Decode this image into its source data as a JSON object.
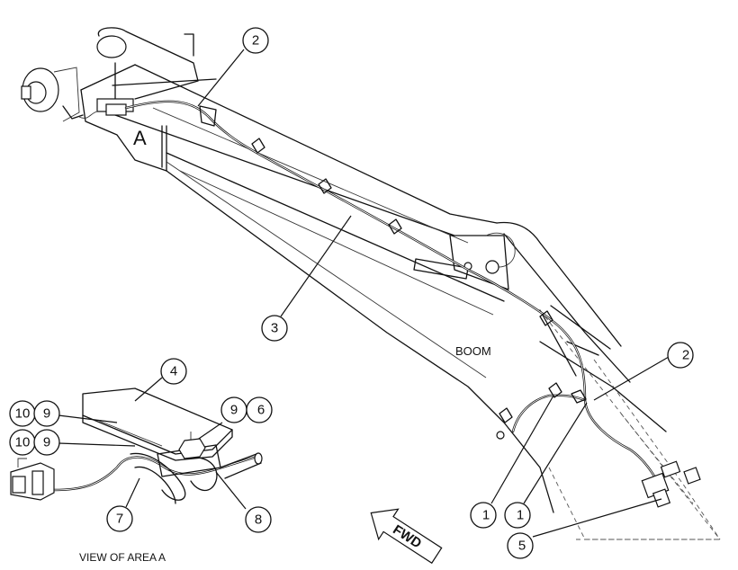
{
  "labels": {
    "area_marker": "A",
    "boom": "BOOM",
    "view_caption": "VIEW OF AREA A",
    "fwd": "FWD"
  },
  "callouts": {
    "c_2_top": "2",
    "c_3": "3",
    "c_2_right": "2",
    "c_1_left": "1",
    "c_1_right": "1",
    "c_5": "5",
    "c_4": "4",
    "c_10_a": "10",
    "c_9_a": "9",
    "c_10_b": "10",
    "c_9_b": "9",
    "c_9_c": "9",
    "c_6": "6",
    "c_7": "7",
    "c_8": "8"
  }
}
